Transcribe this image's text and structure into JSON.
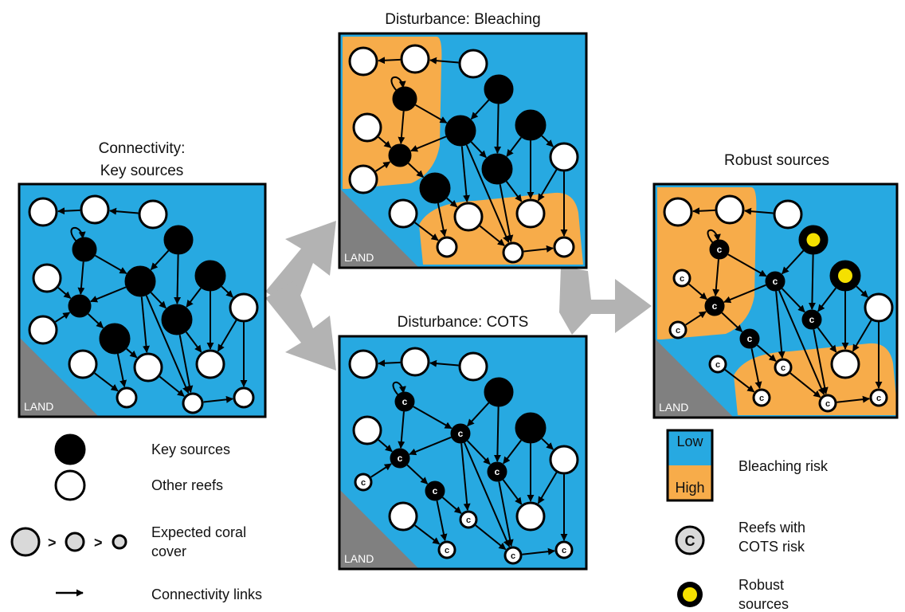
{
  "colors": {
    "water": "#27a9e1",
    "high_risk": "#f7ac4a",
    "land": "#808080",
    "key_source": "#000000",
    "other_reef": "#ffffff",
    "robust_core": "#f5e000",
    "coral_cover": "#d9d9d9",
    "big_arrow": "#b3b3b3"
  },
  "panels": {
    "key_sources": {
      "title_line1": "Connectivity:",
      "title_line2": "Key sources",
      "land_label": "LAND"
    },
    "bleaching": {
      "title": "Disturbance: Bleaching",
      "land_label": "LAND"
    },
    "cots": {
      "title": "Disturbance: COTS",
      "land_label": "LAND"
    },
    "robust": {
      "title": "Robust sources",
      "land_label": "LAND"
    }
  },
  "cots_marker": "c",
  "legend_left": {
    "key_sources": "Key sources",
    "other_reefs": "Other reefs",
    "coral_cover_line1": "Expected coral",
    "coral_cover_line2": "cover",
    "greater_than": ">",
    "connectivity_links": "Connectivity links"
  },
  "legend_right": {
    "scale_low": "Low",
    "scale_high": "High",
    "bleaching_risk": "Bleaching risk",
    "cots_marker": "C",
    "cots_risk_line1": "Reefs with",
    "cots_risk_line2": "COTS risk",
    "robust_line1": "Robust",
    "robust_line2": "sources"
  }
}
